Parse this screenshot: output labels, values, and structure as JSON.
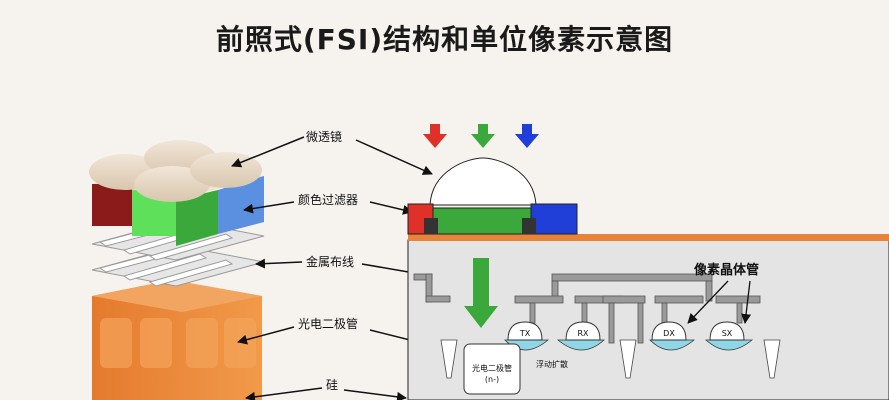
{
  "title": "前照式(FSI)结构和单位像素示意图",
  "labels": {
    "microlens": "微透镜",
    "color_filter": "颜色过滤器",
    "metal_wiring": "金属布线",
    "photodiode": "光电二极管",
    "silicon": "硅",
    "pixel_transistor": "像素晶体管",
    "floating_diffusion": "浮动扩散",
    "pd_inner_line1": "光电二极管",
    "pd_inner_line2": "(n-)"
  },
  "transistors": [
    "TX",
    "RX",
    "DX",
    "SX"
  ],
  "colors": {
    "red": "#e0302a",
    "green": "#3aa83a",
    "blue": "#1f3fd8",
    "orange": "#e8833a",
    "gray": "#9a9a9a",
    "cyan": "#8fd6e6"
  }
}
